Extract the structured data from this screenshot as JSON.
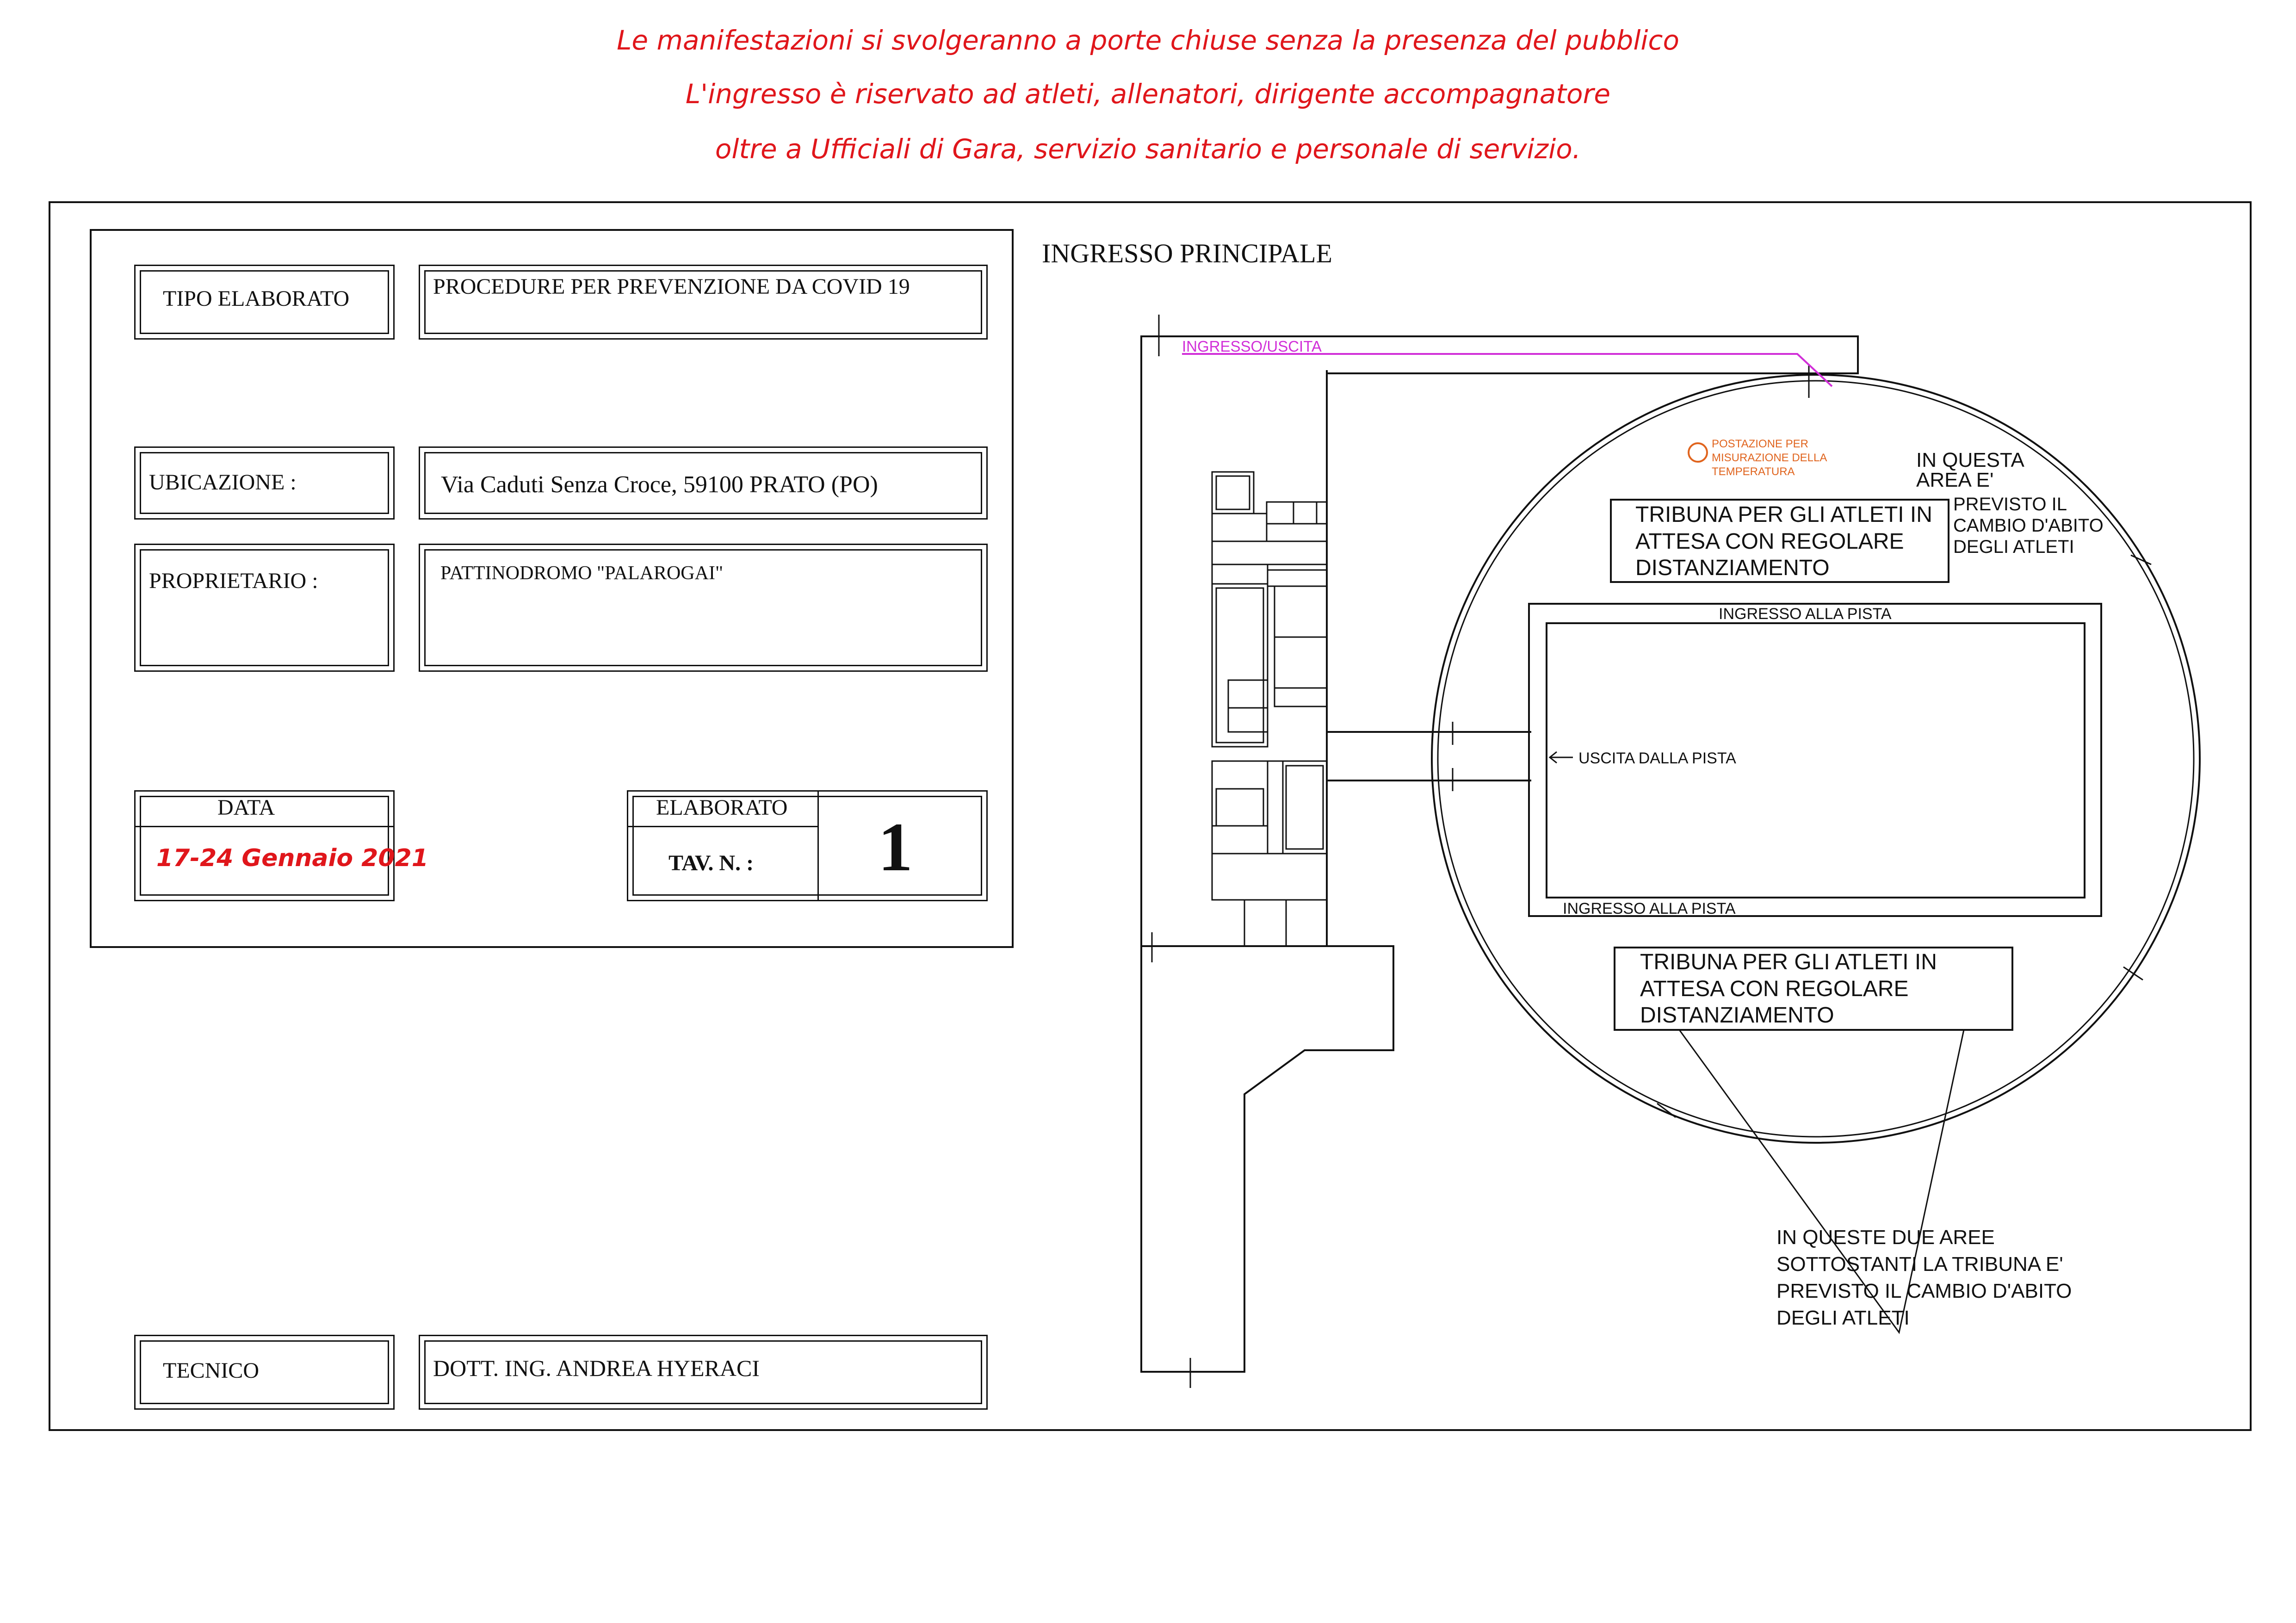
{
  "notice": {
    "line1": "Le manifestazioni si svolgeranno a porte chiuse senza la presenza del pubblico",
    "line2": "L'ingresso è riservato ad atleti, allenatori, dirigente accompagnatore",
    "line3": "oltre a Ufficiali di Gara, servizio sanitario e personale di servizio.",
    "color": "#e0161b"
  },
  "title_block": {
    "tipo_label": "TIPO ELABORATO",
    "tipo_value": "PROCEDURE PER PREVENZIONE DA COVID 19",
    "ubicazione_label": "UBICAZIONE :",
    "ubicazione_value": "Via Caduti Senza Croce, 59100  PRATO  (PO)",
    "proprietario_label": "PROPRIETARIO :",
    "proprietario_value": "PATTINODROMO \"PALAROGAI\"",
    "data_label": "DATA",
    "data_value": "17-24 Gennaio 2021",
    "elaborato_label": "ELABORATO",
    "tav_label": "TAV. N. :",
    "tav_value": "1",
    "tecnico_label": "TECNICO",
    "tecnico_value": "DOTT. ING. ANDREA HYERACI"
  },
  "plan": {
    "main_entrance": "INGRESSO PRINCIPALE",
    "entry_exit": "INGRESSO/USCITA",
    "temp_station_1": "POSTAZIONE PER",
    "temp_station_2": "MISURAZIONE DELLA",
    "temp_station_3": "TEMPERATURA",
    "change_area_1": "IN QUESTA",
    "change_area_2": "AREA E'",
    "change_area_3": "PREVISTO IL",
    "change_area_4": "CAMBIO D'ABITO",
    "change_area_5": "DEGLI ATLETI",
    "tribuna_top_1": "TRIBUNA PER GLI ATLETI IN",
    "tribuna_top_2": "ATTESA CON REGOLARE",
    "tribuna_top_3": "DISTANZIAMENTO",
    "track_entry_top": "INGRESSO ALLA PISTA",
    "track_exit": "USCITA DALLA PISTA",
    "track_entry_bottom": "INGRESSO ALLA PISTA",
    "tribuna_bottom_1": "TRIBUNA PER GLI ATLETI IN",
    "tribuna_bottom_2": "ATTESA CON REGOLARE",
    "tribuna_bottom_3": "DISTANZIAMENTO",
    "note_1": "IN QUESTE DUE AREE",
    "note_2": "SOTTOSTANTI LA TRIBUNA E'",
    "note_3": "PREVISTO IL CAMBIO D'ABITO",
    "note_4": "DEGLI ATLETI",
    "entry_line_color": "#d12fd8",
    "temp_station_color": "#e0641e"
  }
}
